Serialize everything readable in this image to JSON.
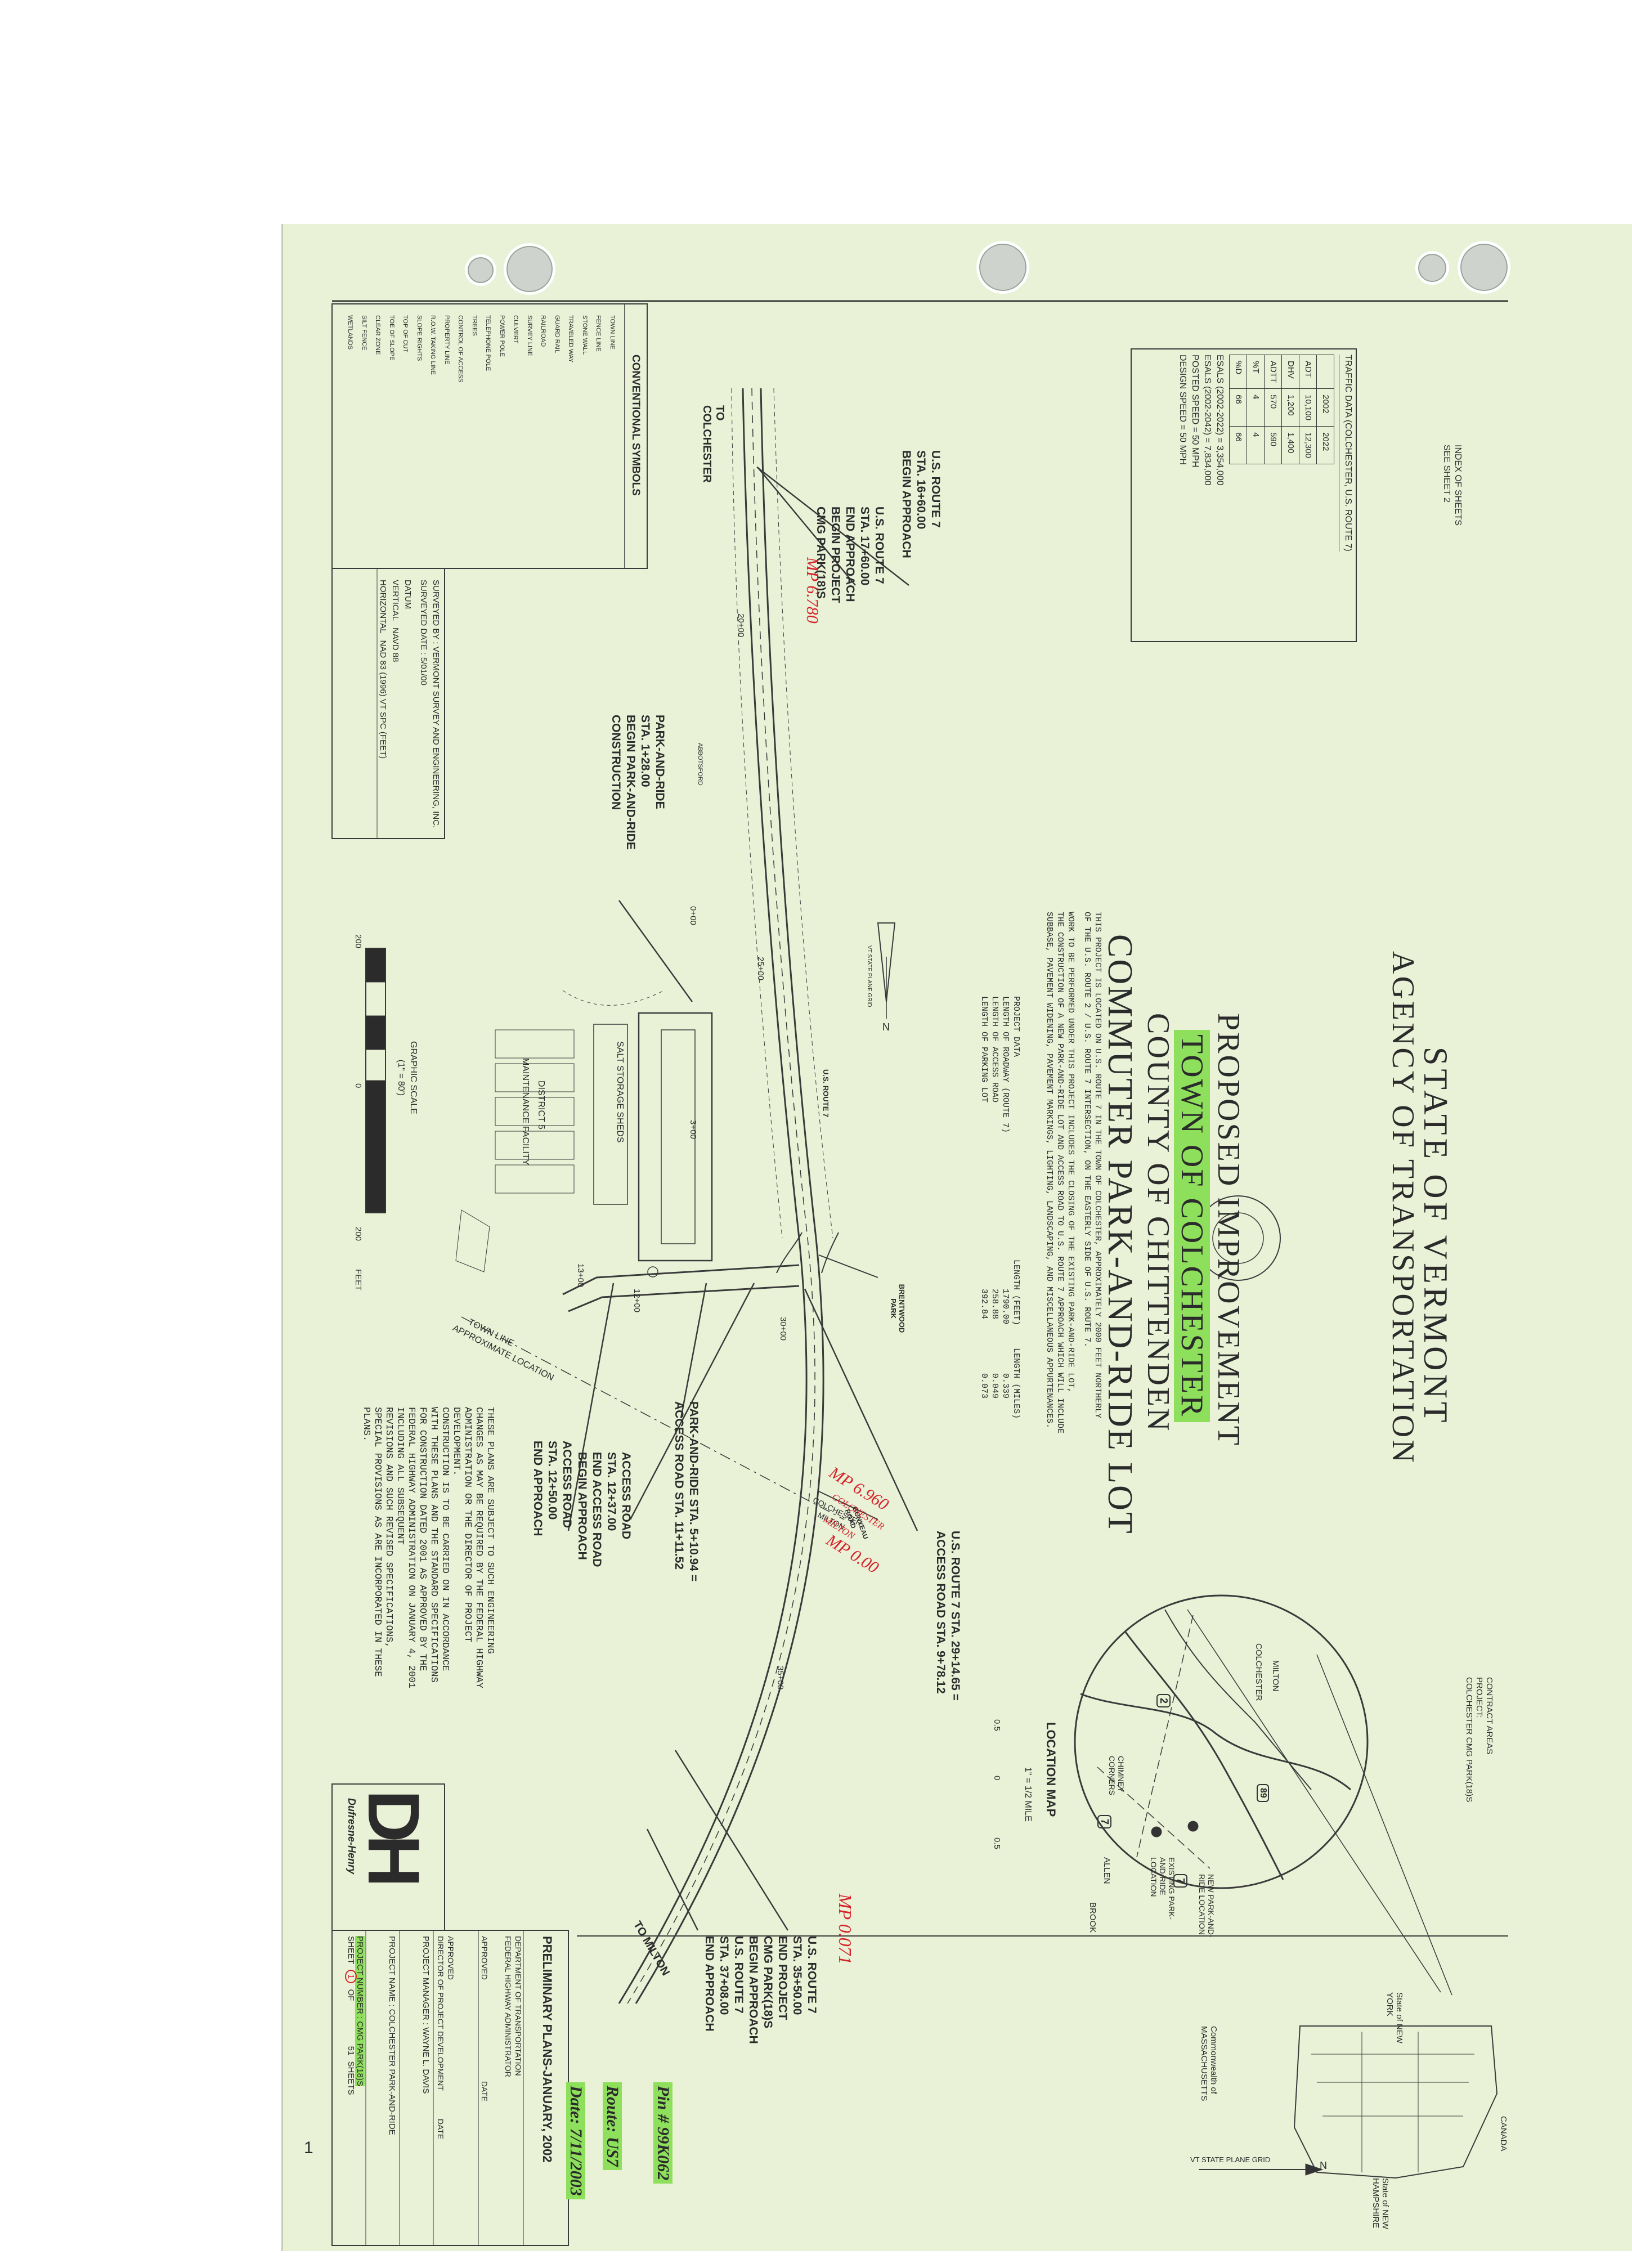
{
  "header": {
    "state": "STATE OF VERMONT",
    "agency": "AGENCY OF TRANSPORTATION",
    "proposed": "PROPOSED IMPROVEMENT",
    "town": "TOWN OF COLCHESTER",
    "county": "COUNTY OF CHITTENDEN",
    "project_title": "COMMUTER PARK-AND-RIDE LOT"
  },
  "index": {
    "line1": "INDEX OF SHEETS",
    "line2": "SEE SHEET 2"
  },
  "traffic": {
    "title": "TRAFFIC DATA (COLCHESTER, U.S. ROUTE 7)",
    "years": [
      "2002",
      "2022"
    ],
    "rows": [
      {
        "label": "ADT",
        "v2002": "10,100",
        "v2022": "12,300"
      },
      {
        "label": "DHV",
        "v2002": "1,200",
        "v2022": "1,400"
      },
      {
        "label": "ADTT",
        "v2002": "570",
        "v2022": "590"
      },
      {
        "label": "%T",
        "v2002": "4",
        "v2022": "4"
      },
      {
        "label": "%D",
        "v2002": "66",
        "v2022": "66"
      }
    ],
    "esal1": "ESALS (2002-2022) = 3,354,000",
    "esal2": "ESALS (2002-2042) = 7,834,000",
    "posted": "POSTED SPEED = 50 MPH",
    "design": "DESIGN SPEED = 50 MPH"
  },
  "description": {
    "line1": "THIS PROJECT IS LOCATED ON U.S. ROUTE 7 IN THE TOWN OF COLCHESTER, APPROXIMATELY 2000 FEET NORTHERLY",
    "line2": "OF THE U.S. ROUTE 2 / U.S. ROUTE 7 INTERSECTION, ON THE EASTERLY SIDE OF U.S. ROUTE 7.",
    "line3": "WORK TO BE PERFORMED UNDER THIS PROJECT INCLUDES THE CLOSING OF THE EXISTING PARK-AND-RIDE LOT,",
    "line4": "THE CONSTRUCTION OF A NEW PARK-AND-RIDE LOT AND ACCESS ROAD TO U.S. ROUTE 7 APPROACH WHICH WILL INCLUDE",
    "line5": "SUBBASE, PAVEMENT WIDENING, PAVEMENT MARKINGS, LIGHTING, LANDSCAPING, AND MISCELLANEOUS APPURTENANCES."
  },
  "project_data": {
    "title": "PROJECT DATA",
    "col_feet": "LENGTH (FEET)",
    "col_miles": "LENGTH (MILES)",
    "rows": [
      {
        "label": "LENGTH OF ROADWAY (ROUTE 7)",
        "feet": "1790.00",
        "miles": "0.339"
      },
      {
        "label": "LENGTH OF ACCESS ROAD",
        "feet": "258.88",
        "miles": "0.049"
      },
      {
        "label": "LENGTH OF PARKING LOT",
        "feet": "392.84",
        "miles": "0.073"
      }
    ]
  },
  "location_map": {
    "title": "LOCATION MAP",
    "scale_text": "1\" = 1/2 MILE",
    "scale_ticks": [
      "0.5",
      "0",
      "0.5"
    ],
    "labels": {
      "colchester": "COLCHESTER",
      "milton": "MILTON",
      "chimney": "CHIMNEY CORNERS",
      "allen": "ALLEN",
      "brook": "BROOK",
      "existing": "EXISTING PARK-AND-RIDE LOCATION",
      "new": "NEW PARK-AND-RIDE LOCATION",
      "r2": "2",
      "r7": "7",
      "r189": "89"
    }
  },
  "state_map": {
    "contract_areas": "CONTRACT AREAS",
    "project_label": "PROJECT:",
    "project_name": "COLCHESTER CMG PARK(18)S",
    "new_york": "State of NEW YORK",
    "massachusetts": "Commonwealth of MASSACHUSETTS",
    "new_hampshire": "State of NEW HAMPSHIRE",
    "canada": "CANADA",
    "grid": "VT STATE PLANE GRID",
    "north": "N"
  },
  "conventional": {
    "title": "CONVENTIONAL SYMBOLS",
    "items": [
      "TOWN LINE",
      "FENCE LINE",
      "STONE WALL",
      "TRAVELED WAY",
      "GUARD RAIL",
      "RAILROAD",
      "SURVEY LINE",
      "CULVERT",
      "POWER POLE",
      "TELEPHONE POLE",
      "TREES",
      "CONTROL OF ACCESS",
      "PROPERTY LINE",
      "R.O.W. TAKING LINE",
      "SLOPE RIGHTS",
      "TOP OF CUT",
      "TOE OF SLOPE",
      "CLEAR ZONE",
      "SILT FENCE",
      "WETLANDS"
    ]
  },
  "survey": {
    "by_label": "SURVEYED BY :",
    "by_value": "VERMONT SURVEY AND ENGINEERING, INC.",
    "date_label": "SURVEYED DATE :",
    "date_value": "5/01/00",
    "datum": "DATUM",
    "vertical_label": "VERTICAL",
    "vertical_value": "NAVD 88",
    "horizontal_label": "HORIZONTAL",
    "horizontal_value": "NAD 83 (1996) VT SPC (FEET)"
  },
  "plan_labels": {
    "to_colchester": "TO COLCHESTER",
    "to_milton": "TO MILTON",
    "us_route_7": "U.S. ROUTE 7",
    "grid": "VT STATE PLANE GRID",
    "north": "N",
    "salt": "SALT STORAGE SHEDS",
    "district1": "DISTRICT 5",
    "district2": "MAINTENANCE FACILITY",
    "brentwood": "BRENTWOOD PARK",
    "gonyeau": "GONYEAU ROAD",
    "town_line": "TOWN LINE",
    "approx": "APPROXIMATE LOCATION",
    "colchester": "COLCHESTER",
    "milton": "MILTON",
    "abbotsford": "ABBOTSFORD"
  },
  "stations": {
    "s1": "20+00",
    "s2": "25+00",
    "s3": "30+00",
    "s4": "35+00",
    "s5": "0+00",
    "s6": "3+00",
    "s7": "12+00",
    "s8": "13+00"
  },
  "callouts": {
    "begin_approach": [
      "U.S. ROUTE 7",
      "STA. 16+60.00",
      "BEGIN APPROACH"
    ],
    "end_approach": [
      "U.S. ROUTE 7",
      "STA. 17+60.00",
      "END APPROACH",
      "BEGIN PROJECT",
      "CMG PARK(18)S"
    ],
    "park_ride_begin": [
      "PARK-AND-RIDE",
      "STA. 1+28.00",
      "BEGIN PARK-AND-RIDE",
      "CONSTRUCTION"
    ],
    "access_road_eq": [
      "U.S. ROUTE 7 STA. 29+14.65 =",
      "ACCESS ROAD STA. 9+78.12"
    ],
    "access_road_end": [
      "ACCESS ROAD",
      "STA. 12+37.00",
      "END ACCESS ROAD",
      "BEGIN APPROACH"
    ],
    "access_road_app": [
      "ACCESS ROAD",
      "STA. 12+50.00",
      "END APPROACH"
    ],
    "park_ride_eq": [
      "PARK-AND-RIDE STA. 5+10.94 =",
      "ACCESS ROAD STA. 11+11.52"
    ],
    "end_project": [
      "U.S. ROUTE 7",
      "STA. 35+50.00",
      "END PROJECT",
      "CMG PARK(18)S",
      "BEGIN APPROACH",
      "U.S. ROUTE 7",
      "STA. 37+08.00",
      "END APPROACH"
    ]
  },
  "annotations": {
    "mp1": "MP 6.780",
    "mp2": "MP 6.960",
    "mp3": "MP 0.00",
    "mp4": "MP 0.071",
    "hw_colchester": "COLCHESTER",
    "hw_milton": "MILTON"
  },
  "notes": {
    "text": [
      "THESE PLANS ARE SUBJECT TO SUCH ENGINEERING",
      "CHANGES AS MAY BE REQUIRED BY THE FEDERAL HIGHWAY",
      "ADMINISTRATION OR THE DIRECTOR OF PROJECT",
      "DEVELOPMENT.",
      "CONSTRUCTION IS TO BE CARRIED ON IN ACCORDANCE",
      "WITH THESE PLANS AND THE STANDARD SPECIFICATIONS",
      "FOR CONSTRUCTION DATED 2001 AS APPROVED BY THE",
      "FEDERAL HIGHWAY ADMINISTRATION ON JANUARY 4, 2001",
      "INCLUDING ALL SUBSEQUENT",
      "REVISIONS AND SUCH REVISED SPECIFICATIONS,",
      "SPECIAL PROVISIONS AS ARE INCORPORATED IN THESE",
      "PLANS."
    ]
  },
  "scale": {
    "title": "GRAPHIC SCALE",
    "sub": "(1\" = 80')",
    "ticks": [
      "200",
      "0",
      "200"
    ],
    "unit": "FEET"
  },
  "logo": {
    "mark": "DH",
    "name": "Dufresne-Henry"
  },
  "title_block": {
    "prelim": "PRELIMINARY PLANS-JANUARY, 2002",
    "dept1": "DEPARTMENT OF TRANSPORTATION",
    "dept2": "FEDERAL HIGHWAY ADMINISTRATOR",
    "approved": "APPROVED",
    "date": "DATE",
    "director": "DIRECTOR OF PROJECT DEVELOPMENT",
    "pm": "PROJECT MANAGER : WAYNE L. DAVIS",
    "pname": "PROJECT NAME : COLCHESTER PARK-AND-RIDE",
    "pnum": "PROJECT NUMBER : CMG PARK(18)S",
    "sheet_label": "SHEET",
    "sheet_no": "1",
    "sheet_of": "OF",
    "sheet_total": "51",
    "sheets": "SHEETS"
  },
  "stickers": {
    "pin": "Pin # 99K062",
    "route": "Route: US7",
    "date": "Date: 7/11/2003"
  },
  "page_mark": "1"
}
